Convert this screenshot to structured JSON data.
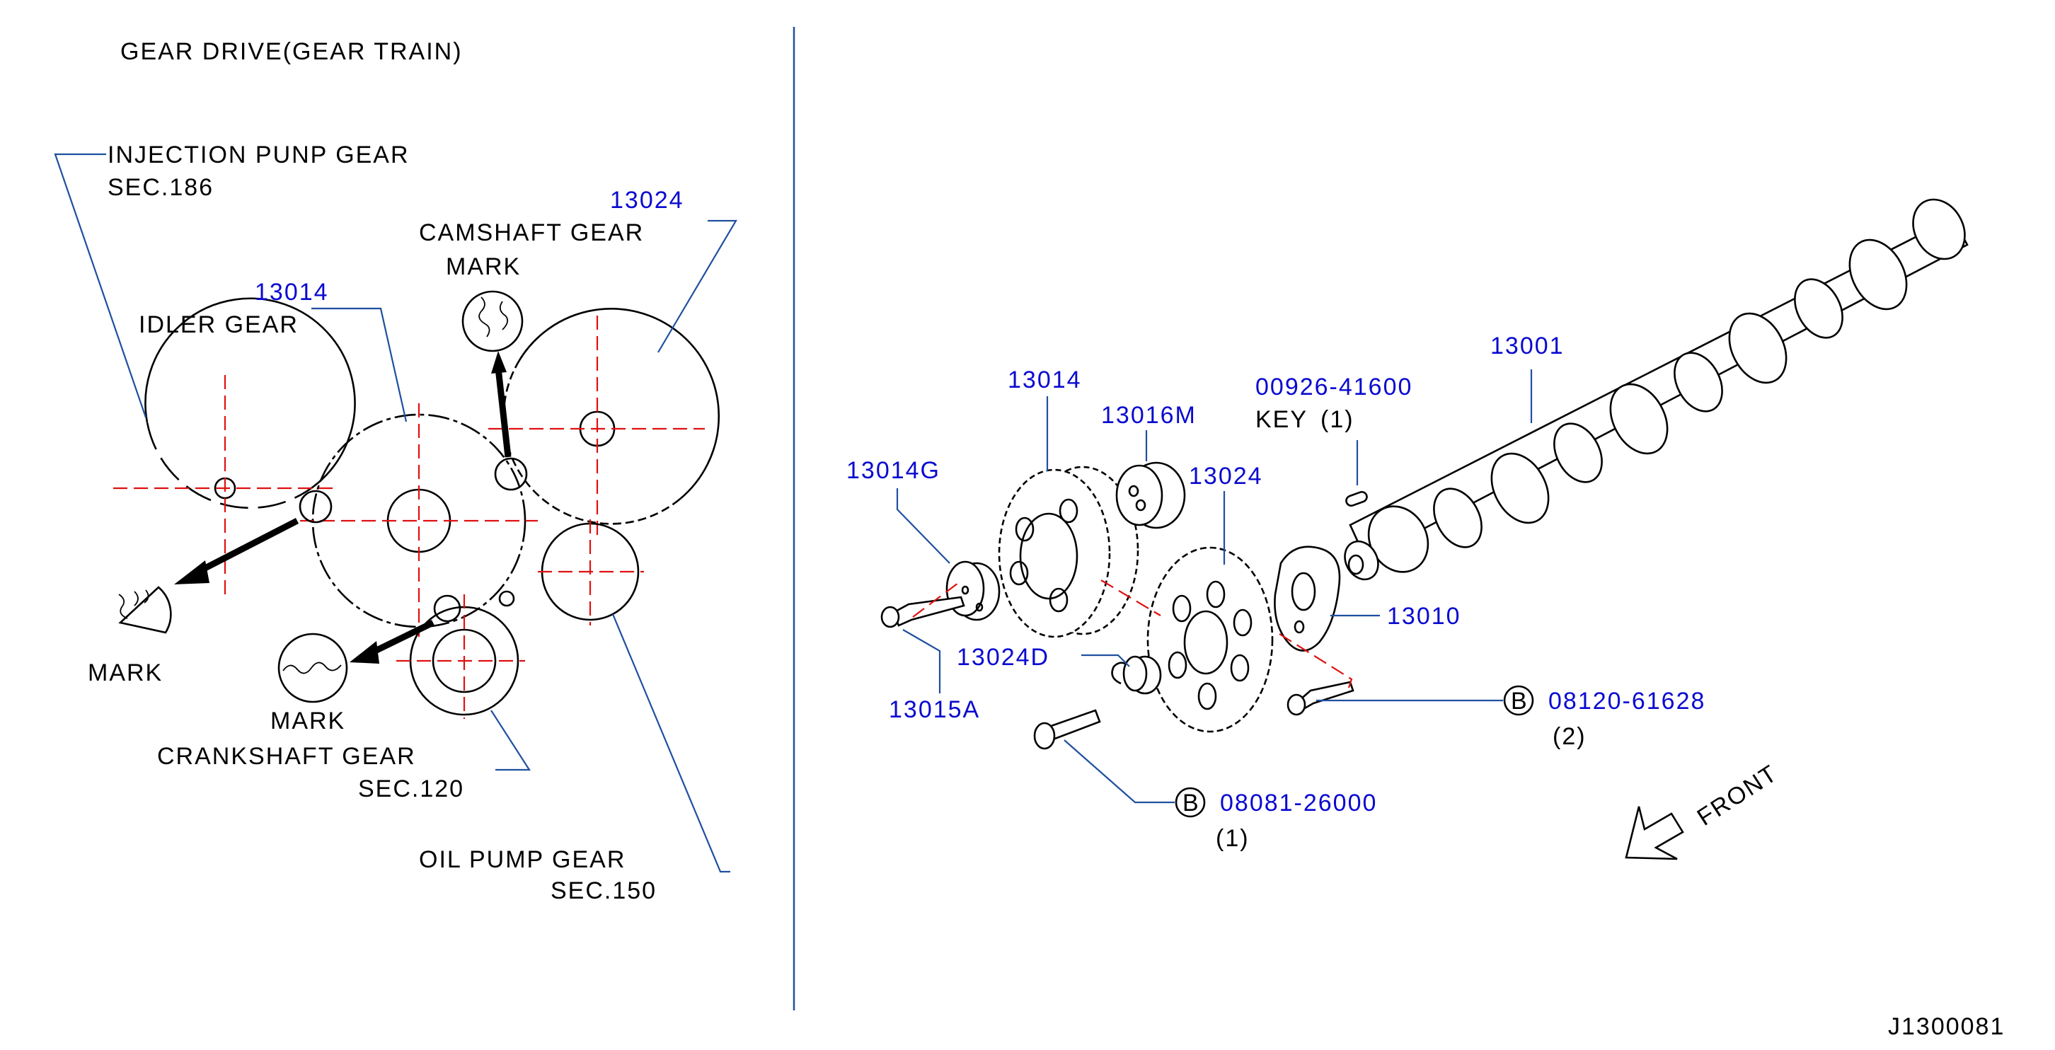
{
  "colors": {
    "part_number": "#0a0ad0",
    "leader": "#1f4fa0",
    "centerline": "#e01010",
    "text": "#000000"
  },
  "left_panel": {
    "title": "GEAR DRIVE(GEAR TRAIN)",
    "injection_pump_gear": {
      "label": "INJECTION PUNP GEAR",
      "section": "SEC.186"
    },
    "camshaft_gear": {
      "part_no": "13024",
      "label": "CAMSHAFT GEAR",
      "mark": "MARK"
    },
    "idler_gear": {
      "part_no": "13014",
      "label": "IDLER GEAR"
    },
    "mark_left": "MARK",
    "crankshaft_gear": {
      "mark": "MARK",
      "label": "CRANKSHAFT GEAR",
      "section": "SEC.120"
    },
    "oil_pump_gear": {
      "label": "OIL PUMP GEAR",
      "section": "SEC.150"
    }
  },
  "right_panel": {
    "camshaft": {
      "part_no": "13001"
    },
    "key": {
      "part_no": "00926-41600",
      "label": "KEY",
      "qty": "(1)"
    },
    "idler_gear": {
      "part_no": "13014"
    },
    "shaft": {
      "part_no": "13016M"
    },
    "camshaft_gear": {
      "part_no": "13024"
    },
    "plate": {
      "part_no": "13014G"
    },
    "bolt_a": {
      "part_no": "13015A"
    },
    "washer": {
      "part_no": "13024D"
    },
    "retainer": {
      "part_no": "13010"
    },
    "bolt_b1": {
      "badge": "B",
      "part_no": "08120-61628",
      "qty": "(2)"
    },
    "bolt_b2": {
      "badge": "B",
      "part_no": "08081-26000",
      "qty": "(1)"
    },
    "front": {
      "label": "FRONT"
    }
  },
  "figure_id": "J1300081"
}
